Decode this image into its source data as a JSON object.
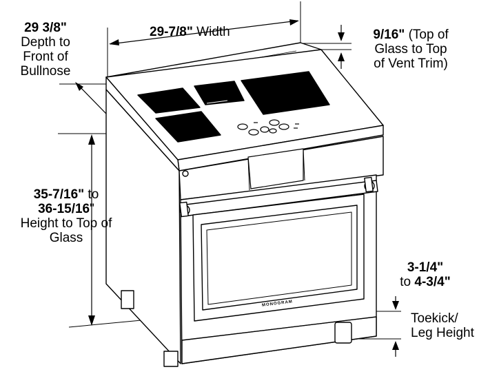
{
  "depth": {
    "value": "29 3/8\"",
    "line1": "Depth to",
    "line2": "Front of",
    "line3": "Bullnose"
  },
  "width": {
    "value": "29-7/8\"",
    "label": " Width"
  },
  "vent": {
    "value": "9/16\"",
    "line1": " (Top of",
    "line2": "Glass to Top",
    "line3": "of Vent Trim)"
  },
  "height": {
    "value_min": "35-7/16\"",
    "to": " to",
    "value_max": "36-15/16",
    "quote": "\"",
    "line2": "Height to Top of",
    "line3": "Glass"
  },
  "toekick": {
    "value_min": "3-1/4\"",
    "to": "to ",
    "value_max": "4-3/4\"",
    "line1": "Toekick/",
    "line2": "Leg Height"
  },
  "brand_text": "MONOGRAM",
  "colors": {
    "ink": "#000000",
    "panel": "#ffffff"
  }
}
